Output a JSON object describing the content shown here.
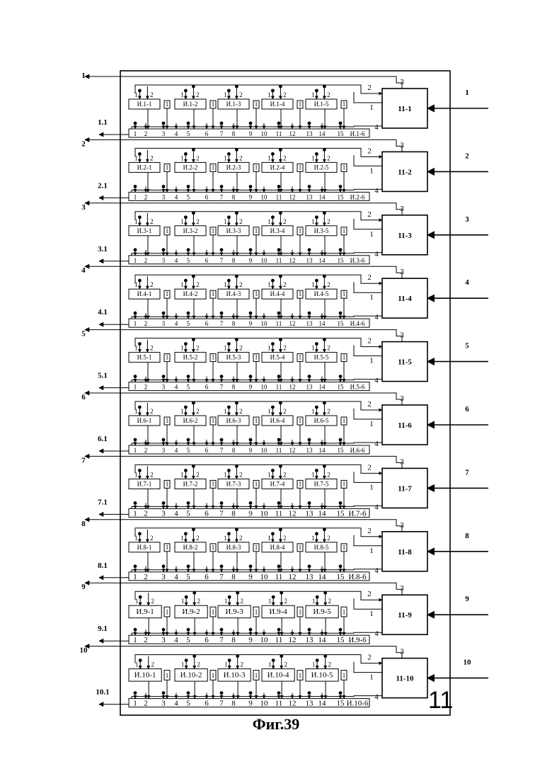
{
  "figure": {
    "caption": "Фиг.39",
    "frame_label": "11"
  },
  "rows": [
    {
      "id": "1",
      "out_top": "1",
      "out_bus": "1.1",
      "input": "1",
      "block": "11-1",
      "gates": [
        "И.1-1",
        "И.1-2",
        "И.1-3",
        "И.1-4",
        "И.1-5"
      ],
      "last": "И.1-6"
    },
    {
      "id": "2",
      "out_top": "2",
      "out_bus": "2.1",
      "input": "2",
      "block": "11-2",
      "gates": [
        "И.2-1",
        "И.2-2",
        "И.2-3",
        "И.2-4",
        "И.2-5"
      ],
      "last": "И.2-6"
    },
    {
      "id": "3",
      "out_top": "3",
      "out_bus": "3.1",
      "input": "3",
      "block": "11-3",
      "gates": [
        "И.3-1",
        "И.3-2",
        "И.3-3",
        "И.3-4",
        "И.3-5"
      ],
      "last": "И.3-6"
    },
    {
      "id": "4",
      "out_top": "4",
      "out_bus": "4.1",
      "input": "4",
      "block": "11-4",
      "gates": [
        "И.4-1",
        "И.4-2",
        "И.4-3",
        "И.4-4",
        "И.4-5"
      ],
      "last": "И.4-6"
    },
    {
      "id": "5",
      "out_top": "5",
      "out_bus": "5.1",
      "input": "5",
      "block": "11-5",
      "gates": [
        "И.5-1",
        "И.5-2",
        "И.5-3",
        "И.5-4",
        "И.5-5"
      ],
      "last": "И.5-6"
    },
    {
      "id": "6",
      "out_top": "6",
      "out_bus": "6.1",
      "input": "6",
      "block": "11-6",
      "gates": [
        "И.6-1",
        "И.6-2",
        "И.6-3",
        "И.6-4",
        "И.6-5"
      ],
      "last": "И.6-6"
    },
    {
      "id": "7",
      "out_top": "7",
      "out_bus": "7.1",
      "input": "7",
      "block": "11-7",
      "gates": [
        "И.7-1",
        "И.7-2",
        "И.7-3",
        "И.7-4",
        "И.7-5"
      ],
      "last": "И.7-6"
    },
    {
      "id": "8",
      "out_top": "8",
      "out_bus": "8.1",
      "input": "8",
      "block": "11-8",
      "gates": [
        "И.8-1",
        "И.8-2",
        "И.8-3",
        "И.8-4",
        "И.8-5"
      ],
      "last": "И.8-6"
    },
    {
      "id": "9",
      "out_top": "9",
      "out_bus": "9.1",
      "input": "9",
      "block": "11-9",
      "gates": [
        "И.9-1",
        "И.9-2",
        "И.9-3",
        "И.9-4",
        "И.9-5"
      ],
      "last": "И.9-6"
    },
    {
      "id": "10",
      "out_top": "10",
      "out_bus": "10.1",
      "input": "10",
      "block": "11-10",
      "gates": [
        "И.10-1",
        "И.10-2",
        "И.10-3",
        "И.10-4",
        "И.10-5"
      ],
      "last": "И.10-6"
    }
  ],
  "bus_numbers": [
    "1",
    "2",
    "3",
    "4",
    "5",
    "6",
    "7",
    "8",
    "9",
    "10",
    "11",
    "12",
    "13",
    "14",
    "15"
  ],
  "gate_pins": [
    "1",
    "2"
  ],
  "gate_side_label": "1",
  "block_ports": [
    "1",
    "2",
    "3",
    "4"
  ]
}
